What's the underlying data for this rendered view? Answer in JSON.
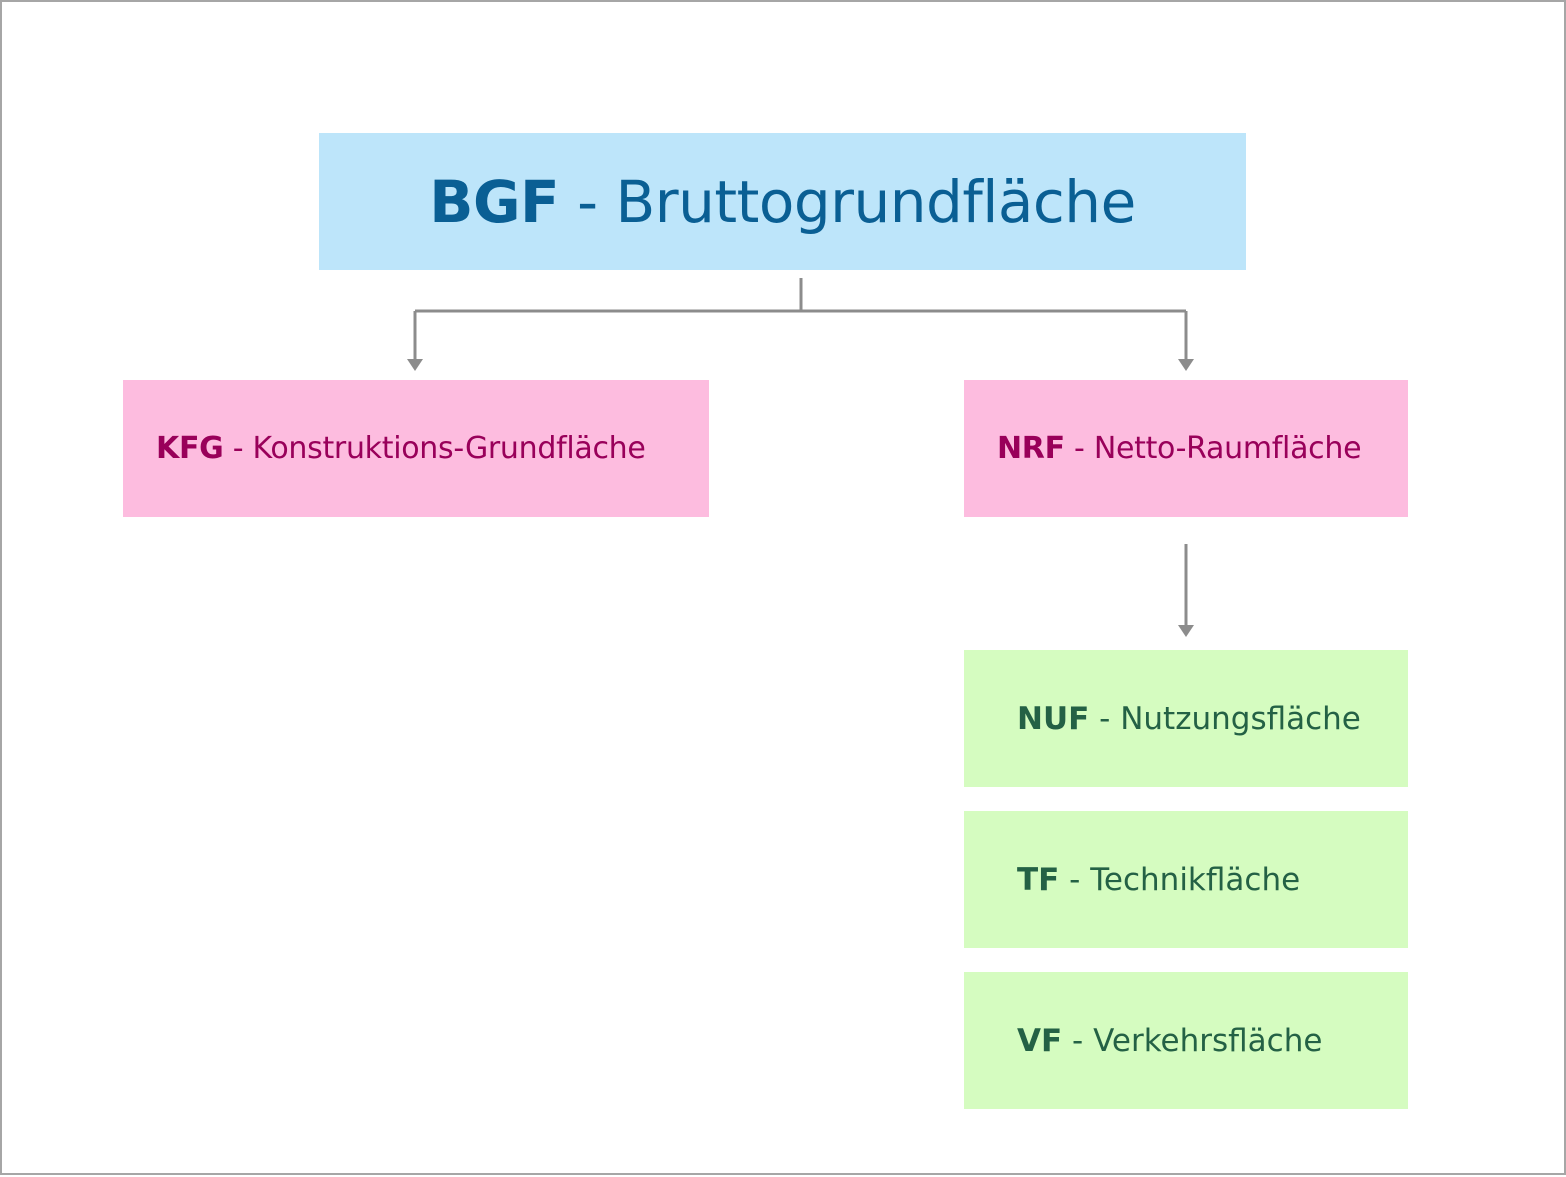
{
  "diagram": {
    "root": {
      "abbr": "BGF",
      "sep": " - ",
      "label": "Bruttogrundfläche"
    },
    "level1": [
      {
        "abbr": "KFG",
        "sep": " - ",
        "label": "Konstruktions-Grundfläche"
      },
      {
        "abbr": "NRF",
        "sep": " - ",
        "label": "Netto-Raumfläche"
      }
    ],
    "level2": [
      {
        "abbr": "NUF",
        "sep": " - ",
        "label": "Nutzungsfläche"
      },
      {
        "abbr": "TF",
        "sep": " - ",
        "label": "Technikfläche"
      },
      {
        "abbr": "VF",
        "sep": " - ",
        "label": "Verkehrsfläche"
      }
    ]
  },
  "colors": {
    "root_fill": "#bde5fa",
    "root_text": "#0a5f94",
    "level1_fill": "#fdbcdf",
    "level1_text": "#99005a",
    "level2_fill": "#d5fcc0",
    "level2_text": "#246145",
    "connector": "#8c8c8c",
    "frame_border": "#a6a6a6"
  }
}
